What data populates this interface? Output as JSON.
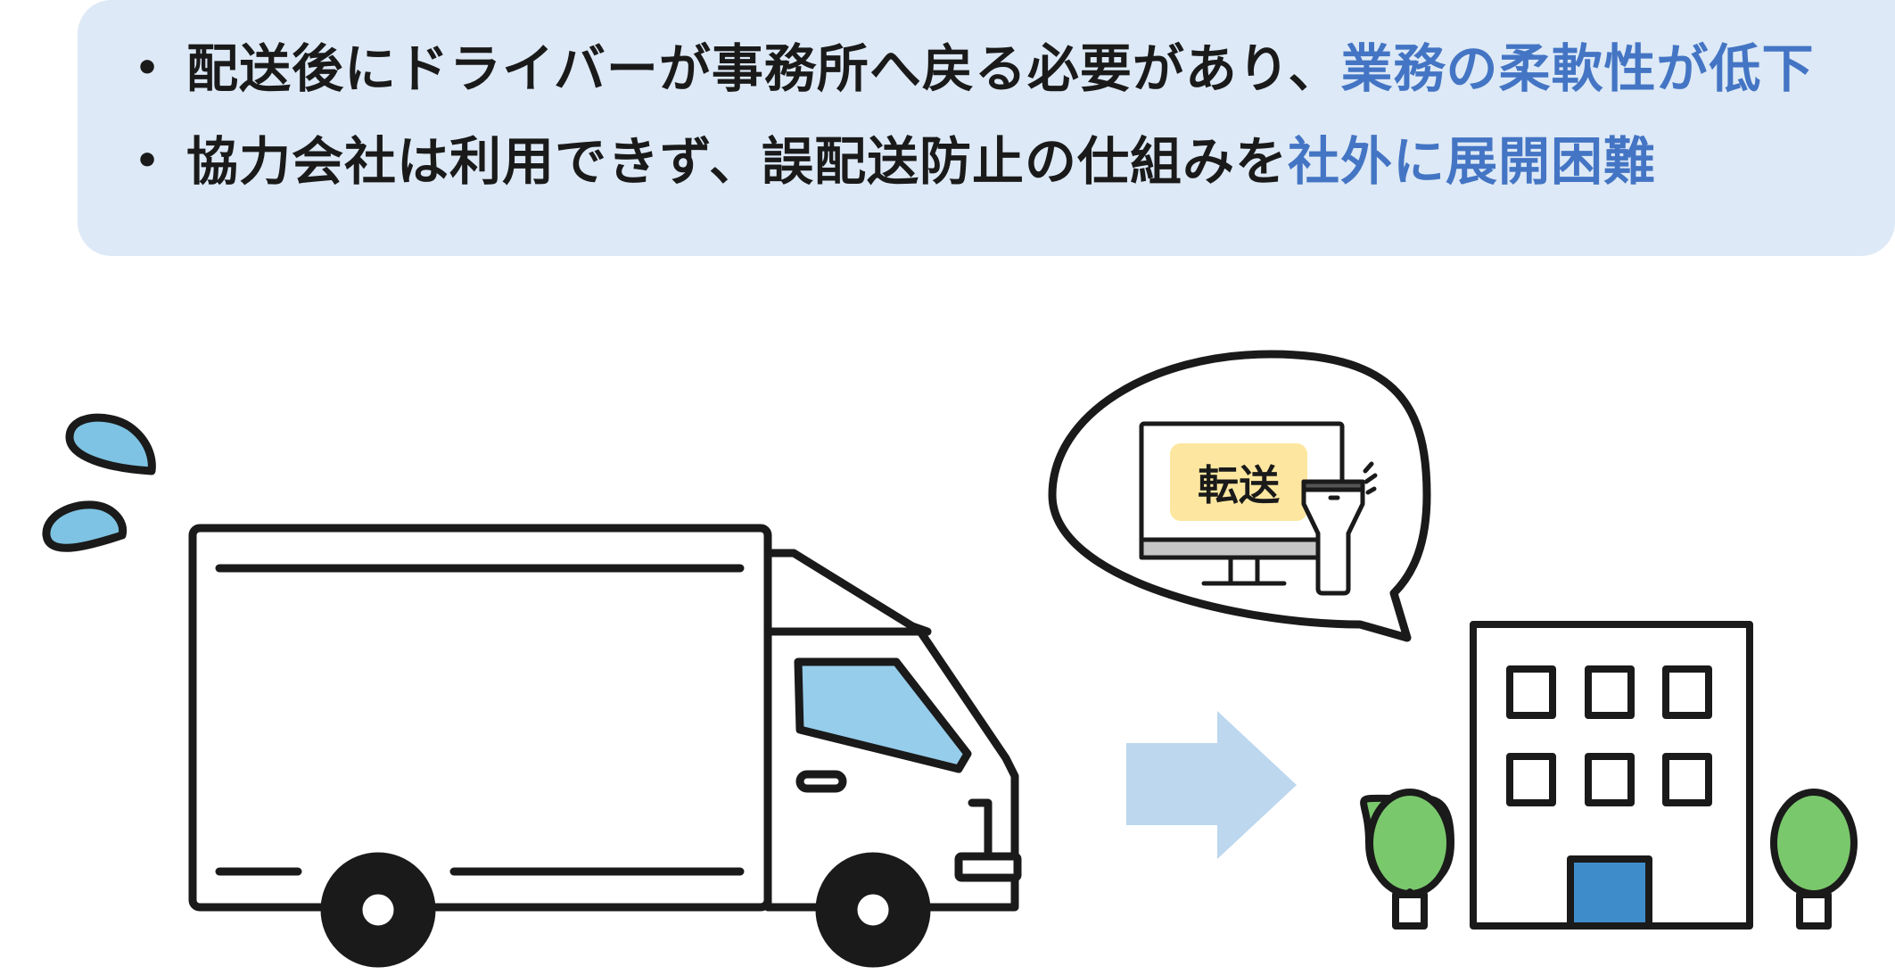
{
  "bullets": [
    {
      "text": "配送後にドライバーが事務所へ戻る必要があり、",
      "highlight": "業務の柔軟性が低下"
    },
    {
      "text": "協力会社は利用できず、誤配送防止の仕組みを",
      "highlight": "社外に展開困難"
    }
  ],
  "bullet_symbol": "•",
  "speech_bubble": {
    "screen_label": "転送"
  },
  "colors": {
    "box_bg": "#dde9f6",
    "highlight": "#4475c4",
    "sweat_drop": "#7ec3e3",
    "truck_window": "#96cdeb",
    "arrow": "#bcd7ee",
    "screen_label_bg": "#fde7a0",
    "tree": "#7ac86c",
    "door": "#3f8ccb"
  },
  "icons": [
    "sweat-drop-icon",
    "truck-icon",
    "arrow-right-icon",
    "speech-bubble-icon",
    "monitor-icon",
    "barcode-scanner-icon",
    "office-building-icon",
    "tree-icon"
  ]
}
